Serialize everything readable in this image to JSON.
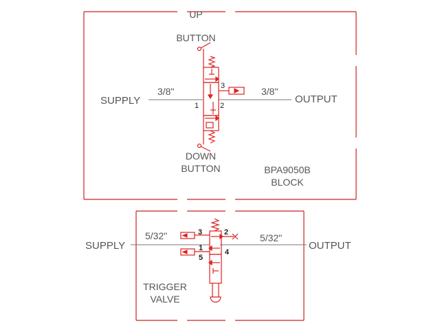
{
  "block": {
    "up_button_line1": "UP",
    "up_button_line2": "BUTTON",
    "down_button_line1": "DOWN",
    "down_button_line2": "BUTTON",
    "supply": "SUPPLY",
    "output": "OUTPUT",
    "supply_size": "3/8\"",
    "output_size": "3/8\"",
    "port_1": "1",
    "port_2": "2",
    "port_3": "3",
    "name_line1": "BPA9050B",
    "name_line2": "BLOCK"
  },
  "trigger": {
    "supply": "SUPPLY",
    "output": "OUTPUT",
    "supply_size": "5/32\"",
    "output_size": "5/32\"",
    "port_1": "1",
    "port_2": "2",
    "port_3": "3",
    "port_4": "4",
    "port_5": "5",
    "name_line1": "TRIGGER",
    "name_line2": "VALVE"
  },
  "colors": {
    "boundary": "#cc2222",
    "symbol": "#dd2222",
    "line": "#777777",
    "text": "#555555"
  }
}
